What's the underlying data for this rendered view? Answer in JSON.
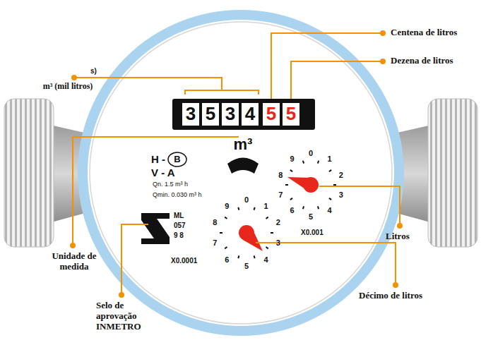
{
  "diagram": {
    "labels": [
      "Centena de litros",
      "Dezena de litros",
      "m³ (mil litros)",
      "s)",
      "3",
      "5",
      "3",
      "4",
      "5",
      "5",
      "m³",
      "H -",
      "B",
      "V - A",
      "Qn. 1.5 m³ h",
      "Qmin. 0.030 m³ h",
      "ML",
      "057",
      "9 8",
      "X0.0001",
      "X0.001",
      "Unidade de medida",
      "Selo de aprovação INMETRO",
      "Litros",
      "Décimo de litros",
      "0",
      "1",
      "2",
      "3",
      "4",
      "5",
      "6",
      "7",
      "8",
      "9",
      "0",
      "1",
      "2",
      "3",
      "4",
      "5",
      "6",
      "7",
      "8",
      "9"
    ]
  }
}
